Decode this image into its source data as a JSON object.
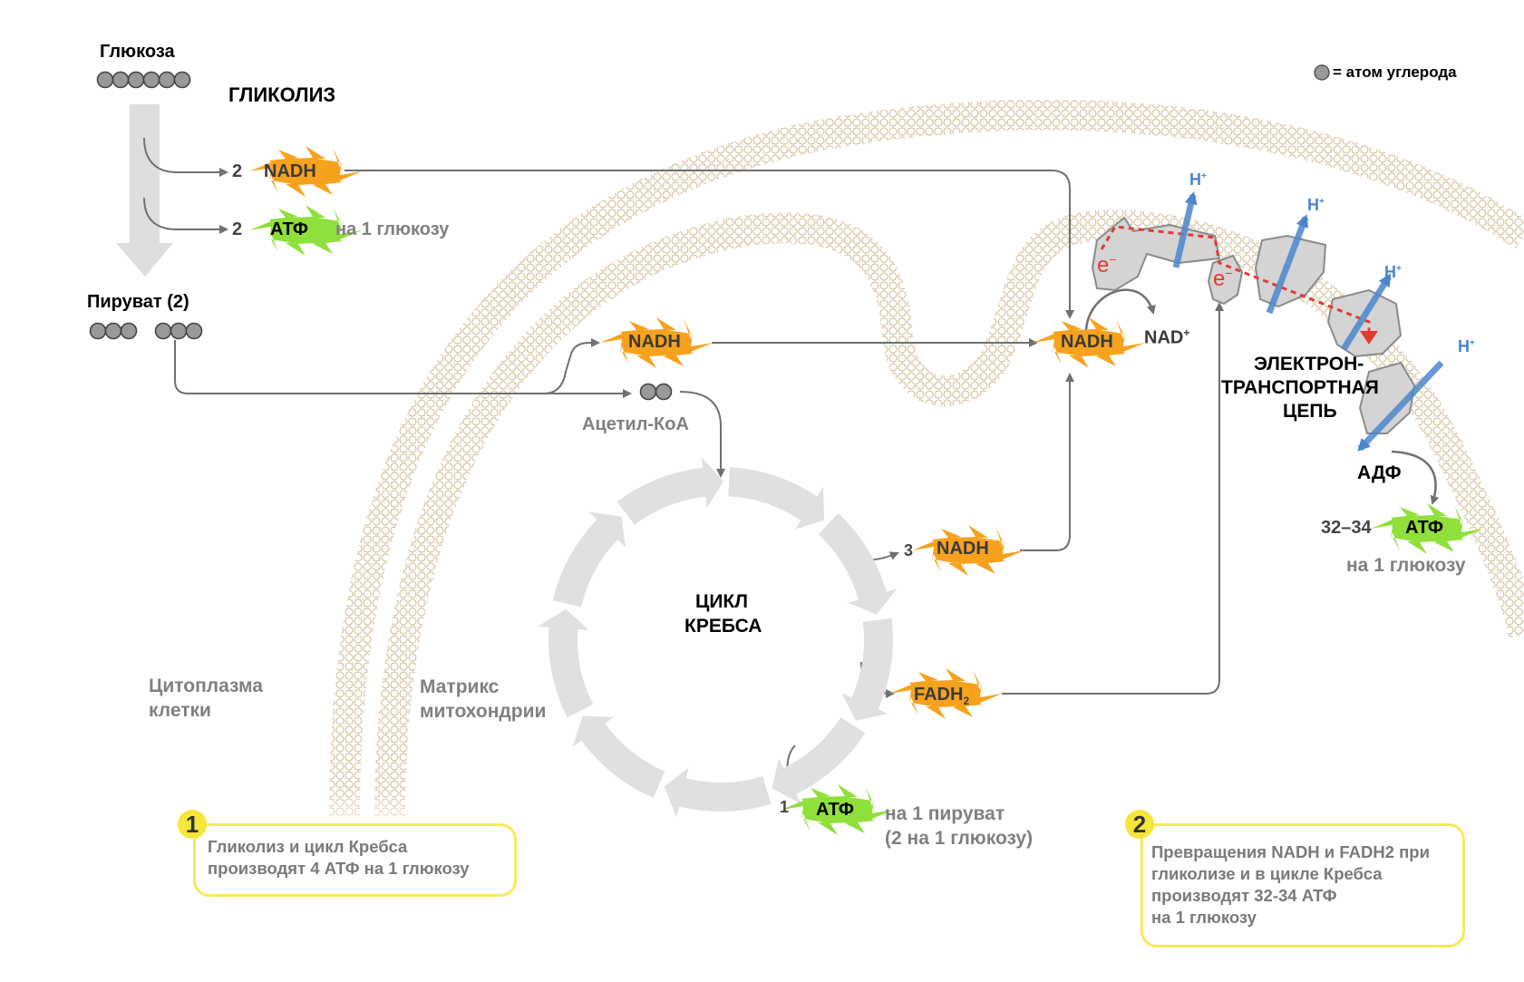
{
  "title_glycolysis": "ГЛИКОЛИЗ",
  "glucose_label": "Глюкоза",
  "pyruvate_label": "Пируват (2)",
  "legend": {
    "text": "= атом углерода",
    "icon": "carbon-atom-icon"
  },
  "glycolysis_products": [
    {
      "count": "2",
      "molecule": "NADH",
      "suffix": ""
    },
    {
      "count": "2",
      "molecule": "АТФ",
      "suffix": "на 1 глюкозу"
    }
  ],
  "acetyl": {
    "nadh": "NADH",
    "label": "Ацетил-КоА"
  },
  "krebs": {
    "title_line1": "ЦИКЛ",
    "title_line2": "КРЕБСА",
    "nadh_count": "3",
    "nadh": "NADH",
    "fadh": "FADH",
    "fadh_sub": "2",
    "atp_count": "1",
    "atp": "АТФ",
    "atp_note_line1": "на 1 пируват",
    "atp_note_line2": "(2 на 1 глюкозу)"
  },
  "etc": {
    "nadh": "NADH",
    "nad_plus": "NAD",
    "nad_sup": "+",
    "title_line1": "ЭЛЕКТРОН-",
    "title_line2": "ТРАНСПОРТНАЯ",
    "title_line3": "ЦЕПЬ",
    "h_plus": "H",
    "h_sup": "+",
    "electron": "e",
    "adp": "АДФ",
    "atp_count": "32–34",
    "atp": "АТФ",
    "atp_note": "на 1 глюкозу"
  },
  "regions": {
    "cytoplasm_line1": "Цитоплазма",
    "cytoplasm_line2": "клетки",
    "matrix_line1": "Матрикс",
    "matrix_line2": "митохондрии"
  },
  "notes": [
    {
      "number": "1",
      "lines": [
        "Гликолиз и цикл Кребса",
        "производят 4 АТФ на 1 глюкозу"
      ]
    },
    {
      "number": "2",
      "lines": [
        "Превращения NADH и FADH2 при",
        "гликолизе и в цикле Кребса",
        "производят 32-34 АТФ",
        "на 1 глюкозу"
      ]
    }
  ],
  "colors": {
    "nadh": "#f7a21d",
    "atp": "#8fe03a",
    "membrane": "#d9c4a6",
    "arrow": "#707070",
    "cycle": "#e0e0e0",
    "note_border": "#f8e95a",
    "proton": "#4a86cc",
    "electron": "#e53935"
  }
}
